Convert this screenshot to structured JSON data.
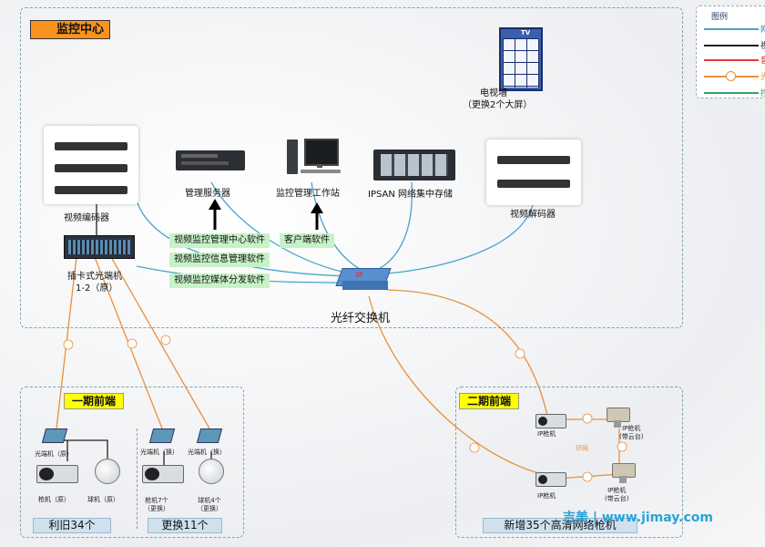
{
  "monitor_center": {
    "title": "监控中心"
  },
  "legend": {
    "title": "图例",
    "items": [
      {
        "label": "网",
        "color": "#4aa3c8"
      },
      {
        "label": "视",
        "color": "#222222"
      },
      {
        "label": "音",
        "color": "#e23b3b"
      },
      {
        "label": "光",
        "color": "#e8913a"
      },
      {
        "label": "控",
        "color": "#2ca66a"
      }
    ]
  },
  "devices": {
    "video_encoder": "视频编码器",
    "mgmt_server": "管理服务器",
    "workstation": "监控管理工作站",
    "ipsan": "IPSAN 网络集中存储",
    "video_decoder": "视频解码器",
    "tv_wall_line1": "电视墙",
    "tv_wall_line2": "（更换2个大屏）",
    "tv_badge": "TV",
    "card_optical_line1": "插卡式光端机",
    "card_optical_line2": "1-2（原）",
    "fiber_switch": "光纤交换机"
  },
  "software": {
    "center": "视频监控管理中心软件",
    "info": "视频监控信息管理软件",
    "media": "视频监控媒体分发软件",
    "client": "客户端软件"
  },
  "phase1": {
    "label": "一期前端",
    "optical_orig": "光端机（原）",
    "optical_new": "光端机（换）",
    "optical_new2": "光端机（换）",
    "gun_orig": "枪机（原）",
    "dome_orig": "球机（原）",
    "gun_new": [
      "枪机7个",
      "（更换）"
    ],
    "dome_new": [
      "球机4个",
      "（更换）"
    ],
    "bar_old": "利旧34个",
    "bar_new": "更换11个"
  },
  "phase2": {
    "label": "二期前端",
    "ip_gun_1": "IP枪机",
    "ip_gun_2": "IP枪机",
    "ip_gun_ptz_1": [
      "IP枪机",
      "(带云台)"
    ],
    "ip_gun_ptz_2": [
      "IP枪机",
      "(带云台)"
    ],
    "ring": "环网",
    "bar": "新增35个高清网络枪机"
  },
  "watermark": "吉美 | www.jimay.com"
}
